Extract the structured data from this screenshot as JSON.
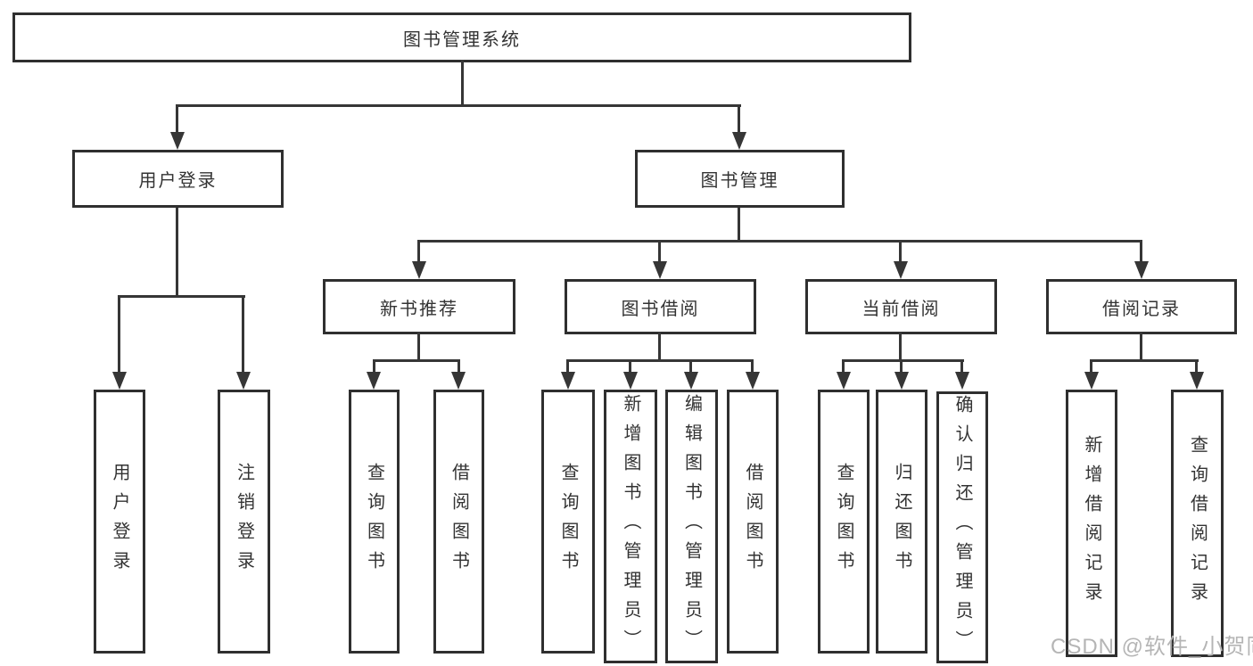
{
  "colors": {
    "line": "#363636",
    "box_border": "#2f2f2f",
    "text": "#333333",
    "background": "#ffffff",
    "watermark": "#b5b5b5"
  },
  "watermark": {
    "text": "CSDN @软件_小贺同学"
  },
  "tree": {
    "root": {
      "label": "图书管理系统"
    },
    "level2": [
      {
        "label": "用户登录",
        "leaves": [
          {
            "label": "用户登录"
          },
          {
            "label": "注销登录"
          }
        ]
      },
      {
        "label": "图书管理",
        "children": [
          {
            "label": "新书推荐",
            "leaves": [
              {
                "label": "查询图书"
              },
              {
                "label": "借阅图书"
              }
            ]
          },
          {
            "label": "图书借阅",
            "leaves": [
              {
                "label": "查询图书"
              },
              {
                "label": "新增图书（管理员）"
              },
              {
                "label": "编辑图书（管理员）"
              },
              {
                "label": "借阅图书"
              }
            ]
          },
          {
            "label": "当前借阅",
            "leaves": [
              {
                "label": "查询图书"
              },
              {
                "label": "归还图书"
              },
              {
                "label": "确认归还（管理员）"
              }
            ]
          },
          {
            "label": "借阅记录",
            "leaves": [
              {
                "label": "新增借阅记录"
              },
              {
                "label": "查询借阅记录"
              }
            ]
          }
        ]
      }
    ]
  }
}
